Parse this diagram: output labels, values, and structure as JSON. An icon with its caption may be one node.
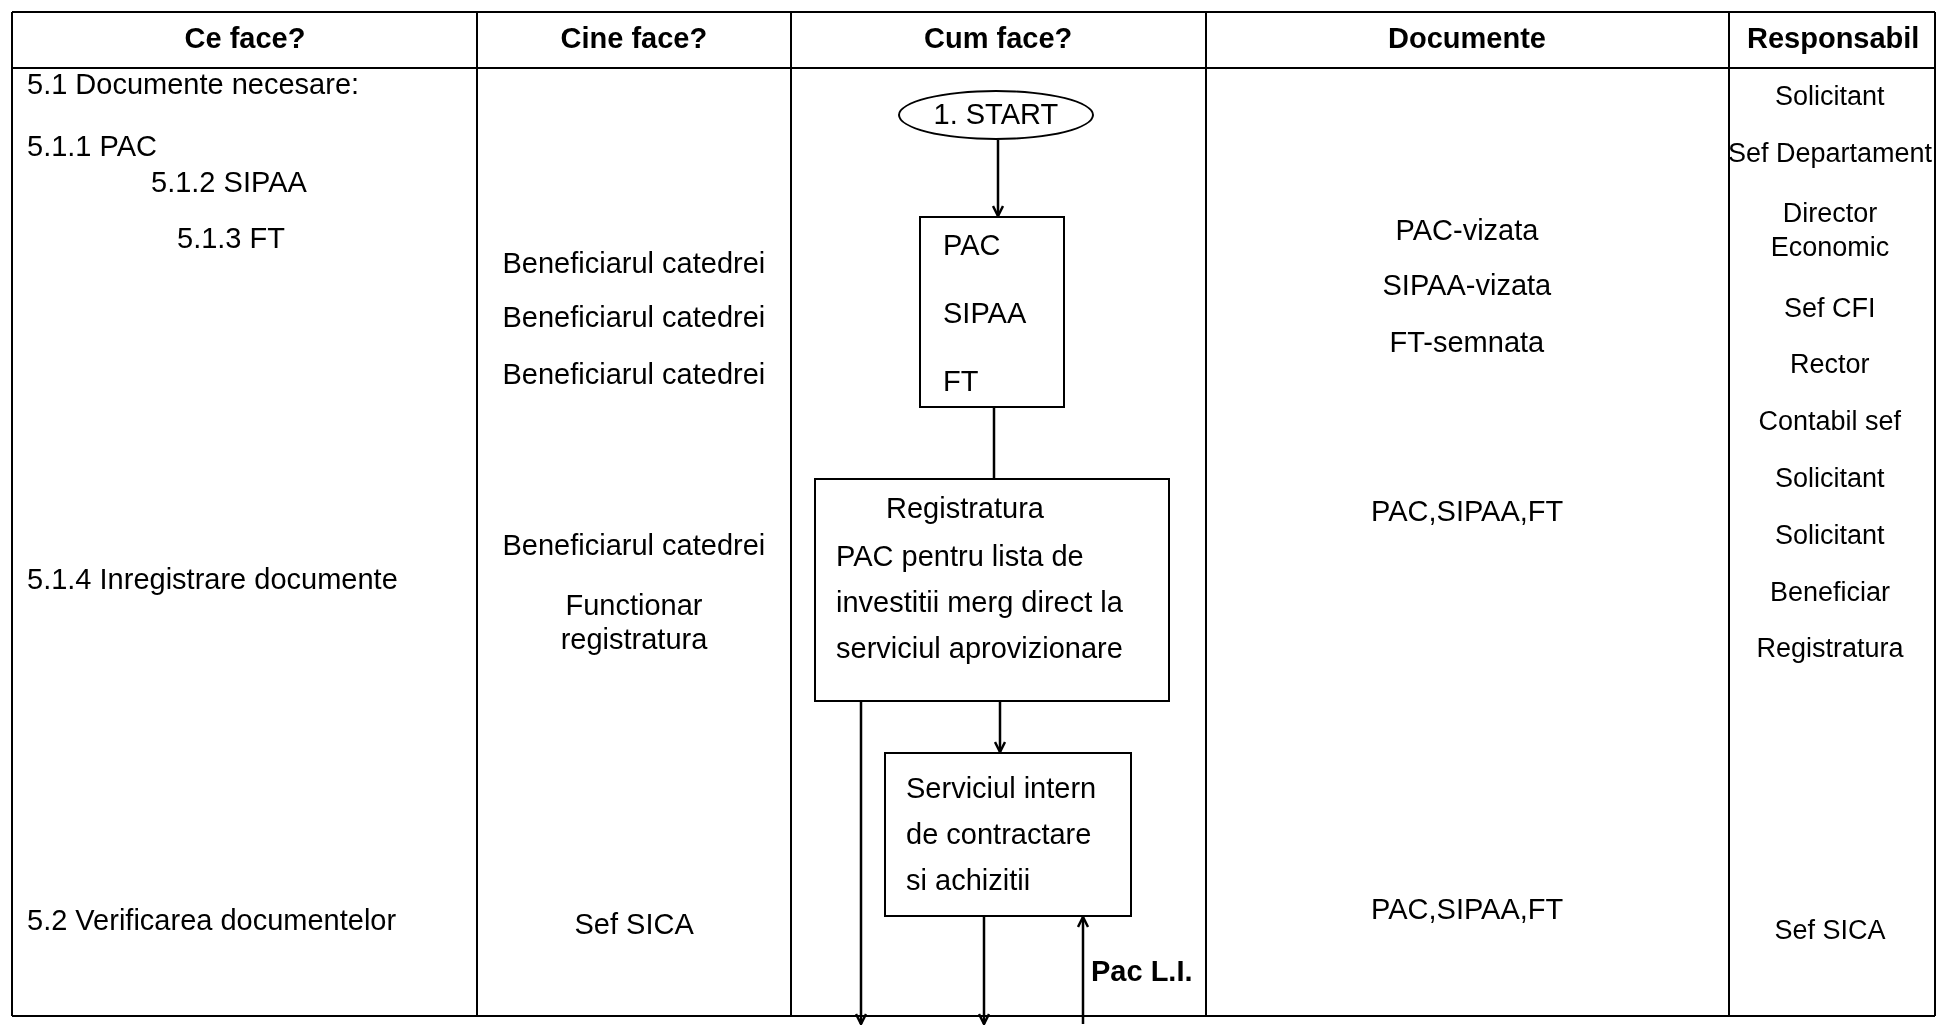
{
  "diagram": {
    "nodes": [
      {
        "text": [
          "1. START"
        ]
      },
      {
        "text": [
          "PAC",
          "SIPAA",
          "FT"
        ]
      },
      {
        "text": [
          "Registratura",
          "PAC pentru lista de investitii merg direct la serviciul aprovizionare"
        ]
      },
      {
        "text": [
          "Serviciul intern de contractare si achizitii"
        ]
      }
    ],
    "edges": [
      {
        "from": 0,
        "to": 1,
        "arrow": "to"
      },
      {
        "from": 1,
        "to": 2,
        "arrow": "none"
      },
      {
        "from": 2,
        "to": 3,
        "arrow": "to"
      },
      {
        "from": 2,
        "to": null,
        "arrow": "to"
      },
      {
        "from": 3,
        "to": null,
        "arrow": "to"
      },
      {
        "from": null,
        "to": 3,
        "arrow": "to",
        "label": "Pac L.I."
      }
    ],
    "labels": [
      "Ce face?",
      "Cine face?",
      "Cum face?",
      "Documente",
      "Responsabil",
      "5.1 Documente necesare:",
      "5.1.1 PAC",
      "5.1.2 SIPAA",
      "5.1.3 FT",
      "5.1.4 Inregistrare documente",
      "5.2 Verificarea documentelor",
      "Beneficiarul catedrei",
      "Beneficiarul catedrei",
      "Beneficiarul catedrei",
      "Beneficiarul catedrei",
      "Functionar registratura",
      "Sef SICA",
      "PAC-vizata",
      "SIPAA-vizata",
      "FT-semnata",
      "PAC,SIPAA,FT",
      "PAC,SIPAA,FT",
      "Solicitant",
      "Sef Departament",
      "Director Economic",
      "Sef CFI",
      "Rector",
      "Contabil sef",
      "Solicitant",
      "Solicitant",
      "Beneficiar",
      "Registratura",
      "Sef SICA"
    ]
  }
}
